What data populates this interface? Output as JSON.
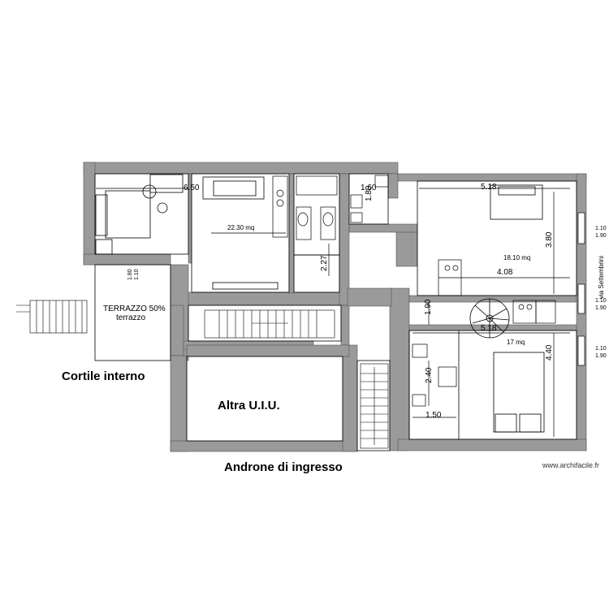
{
  "labels": {
    "cortile": "Cortile interno",
    "altra_uiu": "Altra U.I.U.",
    "androne": "Androne di ingresso",
    "terrazzo_50": "TERRAZZO 50%",
    "terrazzo": "terrazzo",
    "street": "via Settembrini",
    "watermark": "www.archifacile.fr"
  },
  "areas": {
    "living": "22.30 mq",
    "bedroom_top": "18.10 mq",
    "bedroom_bottom": "17 mq"
  },
  "dimensions": {
    "d650": "6.50",
    "d160": "1.60",
    "d180": "1.80",
    "d518a": "5.18",
    "d380": "3.80",
    "d408": "4.08",
    "d227": "2.27",
    "d190": "1.90",
    "d518b": "5.18",
    "d440": "4.40",
    "d240": "2.40",
    "d150": "1.50",
    "terr_110": "1.10",
    "terr_180": "1.80",
    "w1_a": "1.10",
    "w1_b": "1.90",
    "w2_a": "1.10",
    "w2_b": "1.90",
    "w3_a": "1.10",
    "w3_b": "1.90"
  },
  "colors": {
    "wall": "#9a9a9a",
    "line": "#000000",
    "dim": "#000000"
  }
}
